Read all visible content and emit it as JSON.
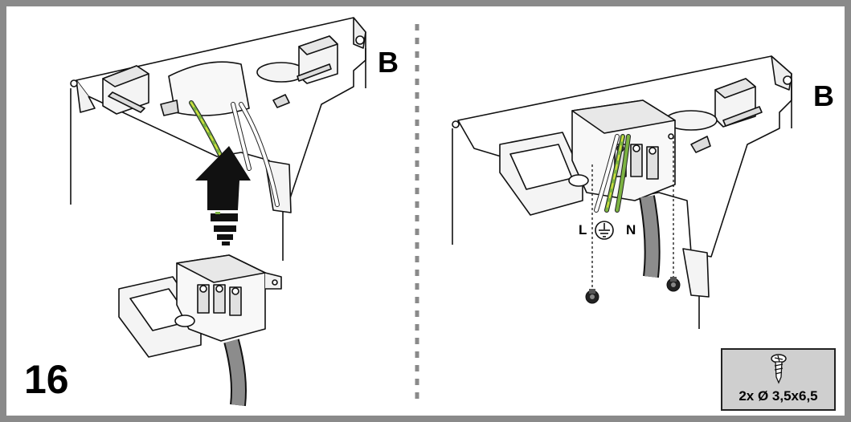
{
  "left_panel": {
    "label_b": "B",
    "step_number": "16"
  },
  "right_panel": {
    "label_b": "B",
    "wire_labels": {
      "live": "L",
      "neutral": "N"
    }
  },
  "screw_spec": {
    "text": "2x Ø 3,5x6,5"
  },
  "colors": {
    "frame": "#8a8a8a",
    "divider": "#8a8a8a",
    "earth_wire_green": "#7cb342",
    "earth_wire_yellow": "#e8e83a",
    "cable_grey": "#8c8c8c",
    "screw_box_bg": "#cfcfcf"
  },
  "icons": [
    "ground-symbol-icon",
    "screw-icon",
    "up-arrow-icon"
  ]
}
